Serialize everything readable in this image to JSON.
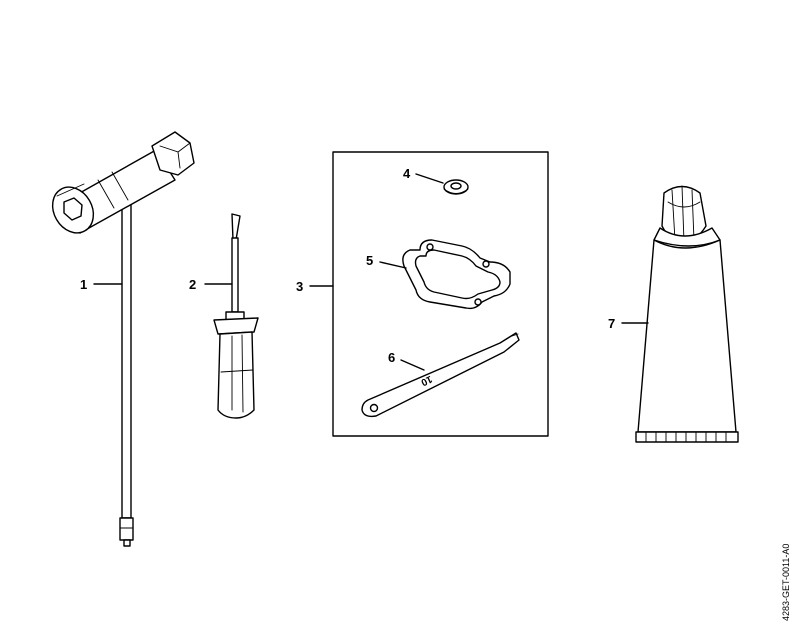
{
  "parts": [
    {
      "number": "1",
      "icon": "combination-wrench-icon"
    },
    {
      "number": "2",
      "icon": "screwdriver-icon"
    },
    {
      "number": "3",
      "icon": "parts-set-box-icon"
    },
    {
      "number": "4",
      "icon": "washer-icon"
    },
    {
      "number": "5",
      "icon": "gasket-icon"
    },
    {
      "number": "6",
      "icon": "gauge-tool-icon"
    },
    {
      "number": "7",
      "icon": "grease-tube-icon"
    }
  ],
  "gauge_marking": "10",
  "drawing_code": "4283-GET-0011-A0"
}
